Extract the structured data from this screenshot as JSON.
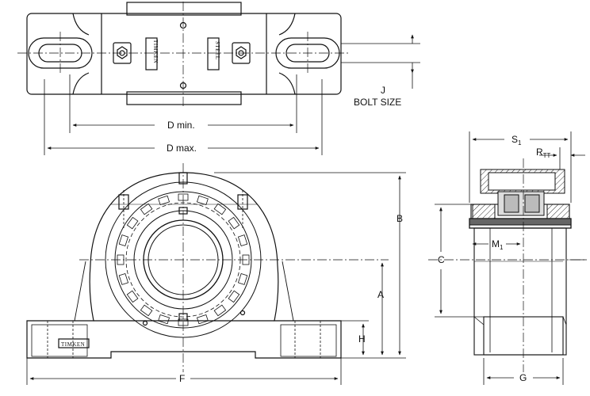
{
  "dimensions": {
    "j": "J",
    "bolt_size": "BOLT SIZE",
    "d_min": "D min.",
    "d_max": "D max.",
    "b": "B",
    "a": "A",
    "h": "H",
    "f": "F",
    "s1": "S",
    "s1_sub": "1",
    "rtt": "R",
    "rtt_sub": "TT",
    "c": "C",
    "m1": "M",
    "m1_sub": "1",
    "g": "G"
  },
  "markings": {
    "brand_top": "TIMKEN",
    "steel_top": "STEEL",
    "brand_front": "TIMKEN"
  }
}
